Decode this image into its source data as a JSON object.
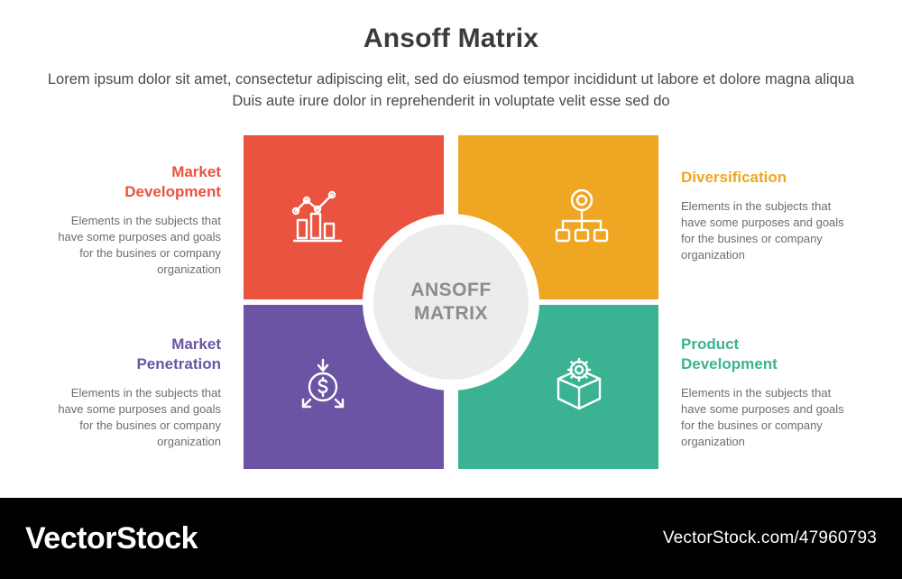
{
  "header": {
    "title": "Ansoff Matrix",
    "subtitle": "Lorem ipsum dolor sit amet, consectetur adipiscing elit, sed do eiusmod tempor incididunt ut labore et dolore magna aliqua Duis aute irure dolor in reprehenderit in voluptate velit esse sed do"
  },
  "center": {
    "line1": "ANSOFF",
    "line2": "MATRIX"
  },
  "quadrants": [
    {
      "id": "market-development",
      "heading": "Market Development",
      "heading_line1": "Market",
      "heading_line2": "Development",
      "description": "Elements in the subjects that have some purposes and goals for the  busines or company organization",
      "color": "#e9533f",
      "icon": "bar-chart-growth-icon",
      "position": "top-left"
    },
    {
      "id": "diversification",
      "heading": "Diversification",
      "heading_line1": "Diversification",
      "heading_line2": "",
      "description": "Elements in the subjects that have some purposes and goals for the  busines or company organization",
      "color": "#efa622",
      "icon": "org-hierarchy-icon",
      "position": "top-right"
    },
    {
      "id": "market-penetration",
      "heading": "Market Penetration",
      "heading_line1": "Market",
      "heading_line2": "Penetration",
      "description": "Elements in the subjects that have some purposes and goals for the  busines or company organization",
      "color": "#6a54a3",
      "icon": "cost-reduction-dollar-icon",
      "position": "bottom-left"
    },
    {
      "id": "product-development",
      "heading": "Product Development",
      "heading_line1": "Product",
      "heading_line2": "Development",
      "description": "Elements in the subjects that have some purposes and goals for the  busines or company organization",
      "color": "#3bb393",
      "icon": "package-gear-icon",
      "position": "bottom-right"
    }
  ],
  "footer": {
    "logo": "VectorStock",
    "attribution": "VectorStock.com/47960793"
  }
}
